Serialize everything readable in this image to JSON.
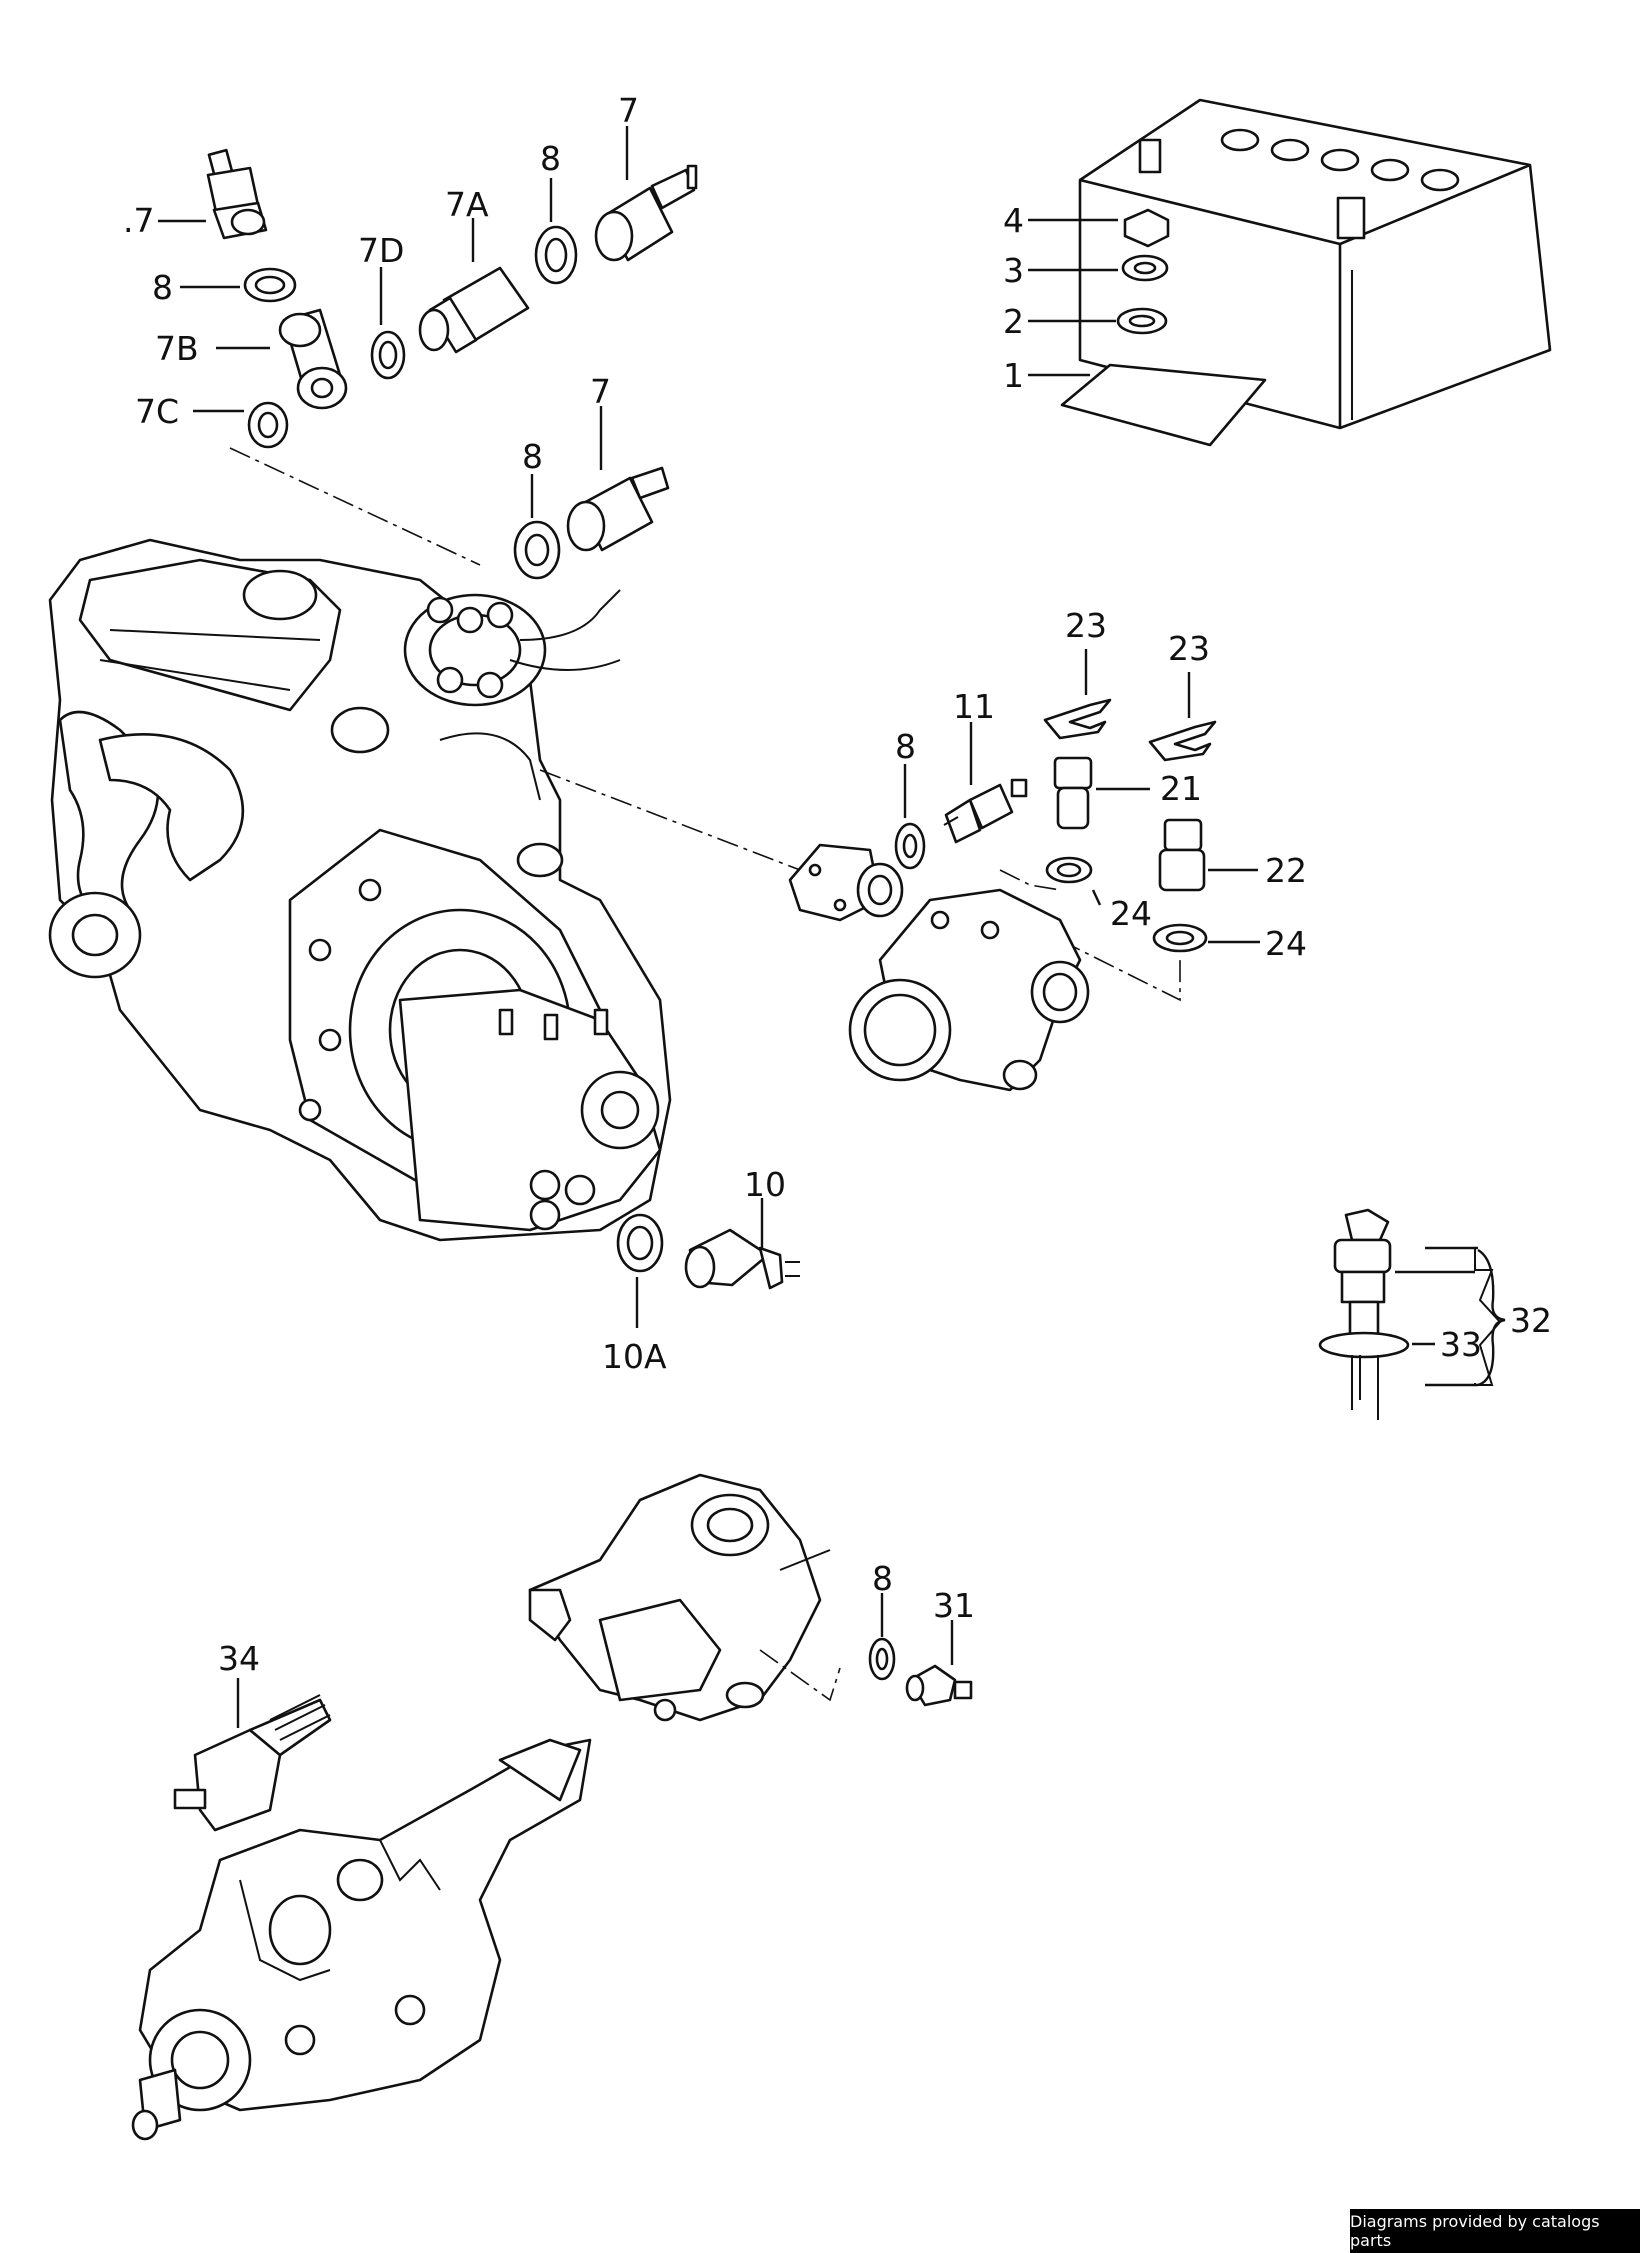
{
  "callouts": {
    "c7_top_left": ".7",
    "c8_left": "8",
    "c7b": "7B",
    "c7c": "7C",
    "c7d": "7D",
    "c7a": "7A",
    "c8_mid": "8",
    "c7_mid": "7",
    "c8_engine": "8",
    "c7_engine": "7",
    "c4": "4",
    "c3": "3",
    "c2": "2",
    "c1": "1",
    "c23a": "23",
    "c23b": "23",
    "c11": "11",
    "c8_flange": "8",
    "c21": "21",
    "c22": "22",
    "c24a": "24",
    "c24b": "24",
    "c10": "10",
    "c10a": "10A",
    "c32": "32",
    "c33": "33",
    "c8_carb": "8",
    "c31": "31",
    "c34": "34"
  },
  "footer": {
    "text": "Diagrams provided by catalogs parts"
  }
}
